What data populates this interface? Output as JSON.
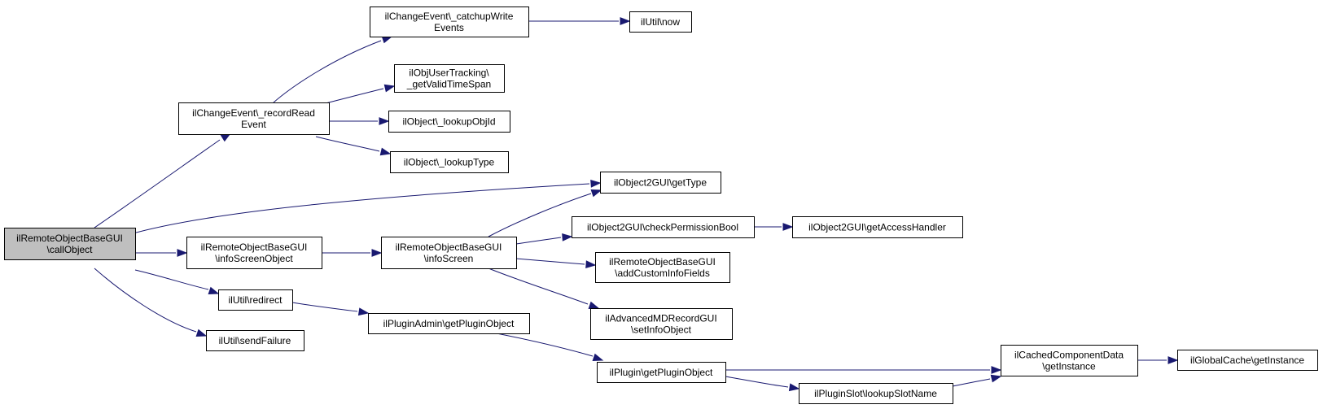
{
  "nodes": [
    {
      "id": "root",
      "lines": [
        "ilRemoteObjectBaseGUI",
        "\\callObject"
      ],
      "root": true
    },
    {
      "id": "recordRead",
      "lines": [
        "ilChangeEvent\\_recordRead",
        "Event"
      ]
    },
    {
      "id": "catchup",
      "lines": [
        "ilChangeEvent\\_catchupWrite",
        "Events"
      ]
    },
    {
      "id": "now",
      "lines": [
        "ilUtil\\now"
      ]
    },
    {
      "id": "validTime",
      "lines": [
        "ilObjUserTracking\\",
        "_getValidTimeSpan"
      ]
    },
    {
      "id": "lookupObjId",
      "lines": [
        "ilObject\\_lookupObjId"
      ]
    },
    {
      "id": "lookupType",
      "lines": [
        "ilObject\\_lookupType"
      ]
    },
    {
      "id": "getType",
      "lines": [
        "ilObject2GUI\\getType"
      ]
    },
    {
      "id": "infoScreenObject",
      "lines": [
        "ilRemoteObjectBaseGUI",
        "\\infoScreenObject"
      ]
    },
    {
      "id": "infoScreen",
      "lines": [
        "ilRemoteObjectBaseGUI",
        "\\infoScreen"
      ]
    },
    {
      "id": "checkPerm",
      "lines": [
        "ilObject2GUI\\checkPermissionBool"
      ]
    },
    {
      "id": "accessHandler",
      "lines": [
        "ilObject2GUI\\getAccessHandler"
      ]
    },
    {
      "id": "customInfo",
      "lines": [
        "ilRemoteObjectBaseGUI",
        "\\addCustomInfoFields"
      ]
    },
    {
      "id": "advMD",
      "lines": [
        "ilAdvancedMDRecordGUI",
        "\\setInfoObject"
      ]
    },
    {
      "id": "redirect",
      "lines": [
        "ilUtil\\redirect"
      ]
    },
    {
      "id": "sendFailure",
      "lines": [
        "ilUtil\\sendFailure"
      ]
    },
    {
      "id": "pluginAdmin",
      "lines": [
        "ilPluginAdmin\\getPluginObject"
      ]
    },
    {
      "id": "plugin",
      "lines": [
        "ilPlugin\\getPluginObject"
      ]
    },
    {
      "id": "lookupSlot",
      "lines": [
        "ilPluginSlot\\lookupSlotName"
      ]
    },
    {
      "id": "cached",
      "lines": [
        "ilCachedComponentData",
        "\\getInstance"
      ]
    },
    {
      "id": "globalCache",
      "lines": [
        "ilGlobalCache\\getInstance"
      ]
    }
  ],
  "edges": [
    {
      "from": "root",
      "to": "recordRead"
    },
    {
      "from": "root",
      "to": "getType"
    },
    {
      "from": "root",
      "to": "infoScreenObject"
    },
    {
      "from": "root",
      "to": "redirect"
    },
    {
      "from": "root",
      "to": "sendFailure"
    },
    {
      "from": "recordRead",
      "to": "catchup"
    },
    {
      "from": "recordRead",
      "to": "validTime"
    },
    {
      "from": "recordRead",
      "to": "lookupObjId"
    },
    {
      "from": "recordRead",
      "to": "lookupType"
    },
    {
      "from": "catchup",
      "to": "now"
    },
    {
      "from": "infoScreenObject",
      "to": "infoScreen"
    },
    {
      "from": "infoScreen",
      "to": "getType"
    },
    {
      "from": "infoScreen",
      "to": "checkPerm"
    },
    {
      "from": "infoScreen",
      "to": "customInfo"
    },
    {
      "from": "infoScreen",
      "to": "advMD"
    },
    {
      "from": "checkPerm",
      "to": "accessHandler"
    },
    {
      "from": "redirect",
      "to": "pluginAdmin"
    },
    {
      "from": "pluginAdmin",
      "to": "plugin"
    },
    {
      "from": "plugin",
      "to": "cached"
    },
    {
      "from": "plugin",
      "to": "lookupSlot"
    },
    {
      "from": "lookupSlot",
      "to": "cached"
    },
    {
      "from": "cached",
      "to": "globalCache"
    }
  ],
  "colors": {
    "edge": "#191970",
    "root_fill": "#bfbfbf",
    "node_fill": "#ffffff",
    "border": "#000000"
  }
}
